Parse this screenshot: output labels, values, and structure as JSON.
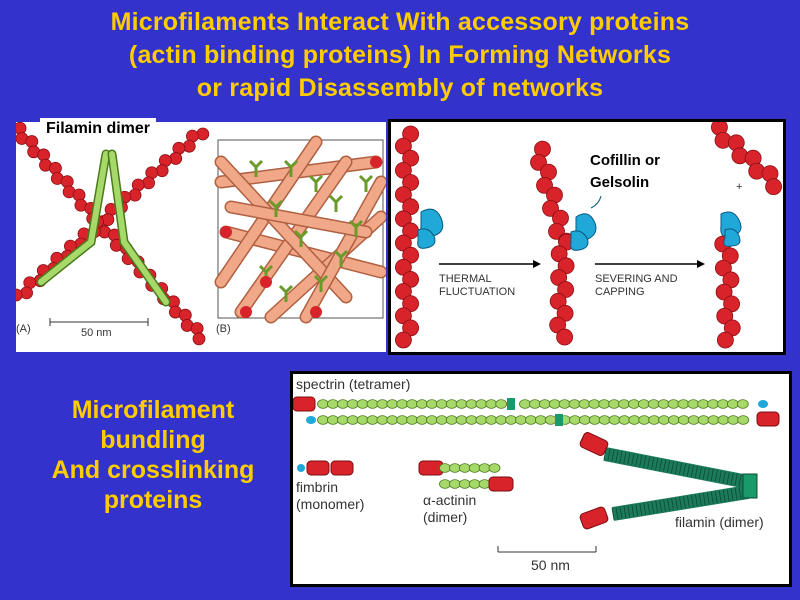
{
  "title": {
    "line1": "Microfilaments Interact With  accessory proteins",
    "line2": "(actin binding proteins) In Forming Networks",
    "line3": "or rapid Disassembly of networks"
  },
  "panel_left": {
    "filamin_label": "Filamin dimer",
    "label_a": "(A)",
    "label_b": "(B)",
    "scale": "50 nm"
  },
  "panel_right": {
    "cofilin_line1": "Cofillin or",
    "cofilin_line2": "Gelsolin",
    "thermal_line1": "THERMAL",
    "thermal_line2": "FLUCTUATION",
    "severing_line1": "SEVERING AND",
    "severing_line2": "CAPPING",
    "plus": "+"
  },
  "caption": {
    "line1": "Microfilament",
    "line2": "bundling",
    "line3": "And crosslinking",
    "line4": "proteins"
  },
  "panel_bottom": {
    "spectrin": "spectrin (tetramer)",
    "fimbrin_line1": "fimbrin",
    "fimbrin_line2": "(monomer)",
    "actinin_line1": "α-actinin",
    "actinin_line2": "(dimer)",
    "filamin": "filamin (dimer)",
    "scale": "50 nm"
  }
}
